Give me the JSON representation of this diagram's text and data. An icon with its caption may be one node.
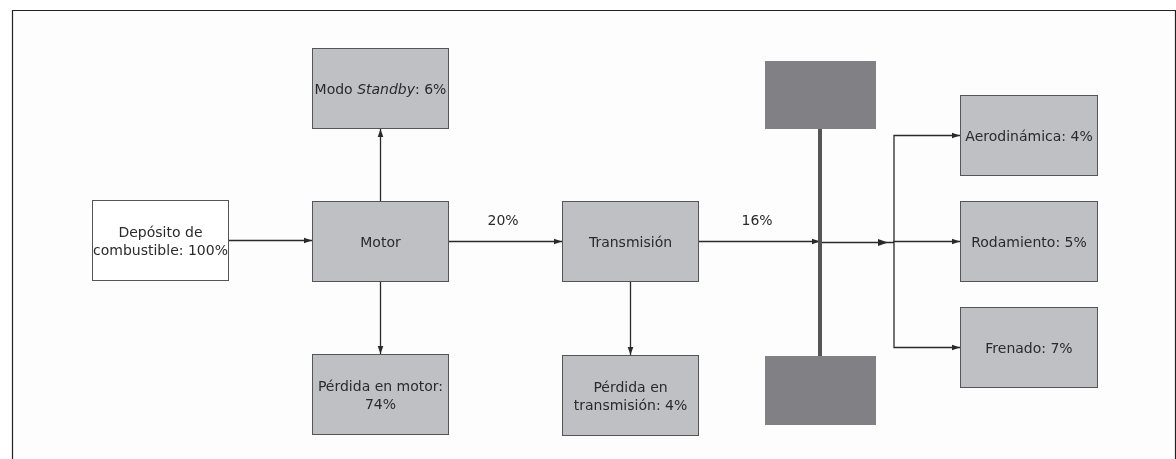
{
  "diagram": {
    "nodes": [
      {
        "text": [
          "Depósito de combustible: 100%"
        ]
      },
      {
        "text": [
          "Motor"
        ]
      },
      {
        "text": [
          "Modo *Standby*: 6%"
        ]
      },
      {
        "text": [
          "Pérdida en motor: 74%"
        ]
      },
      {
        "text": [
          "Transmisión"
        ]
      },
      {
        "text": [
          "Pérdida en transmisión: 4%"
        ]
      },
      {
        "text": [],
        "shape": "box"
      },
      {
        "text": [],
        "shape": "bar"
      },
      {
        "text": [],
        "shape": "box"
      },
      {
        "text": [
          "Aerodinámica: 4%"
        ]
      },
      {
        "text": [
          "Rodamiento: 5%"
        ]
      },
      {
        "text": [
          "Frenado: 7%"
        ]
      }
    ],
    "edges": [
      {
        "from": 0,
        "to": 1,
        "arrow": "to"
      },
      {
        "from": 1,
        "to": 2,
        "arrow": "to"
      },
      {
        "from": 1,
        "to": 3,
        "arrow": "to"
      },
      {
        "from": 1,
        "to": 4,
        "arrow": "to",
        "label": "20%"
      },
      {
        "from": 4,
        "to": 5,
        "arrow": "to"
      },
      {
        "from": 4,
        "to": 7,
        "arrow": "to",
        "label": "16%"
      },
      {
        "from": 7,
        "to": 9,
        "arrow": "to"
      },
      {
        "from": 7,
        "to": 10,
        "arrow": "to"
      },
      {
        "from": 7,
        "to": 11,
        "arrow": "to"
      }
    ]
  }
}
